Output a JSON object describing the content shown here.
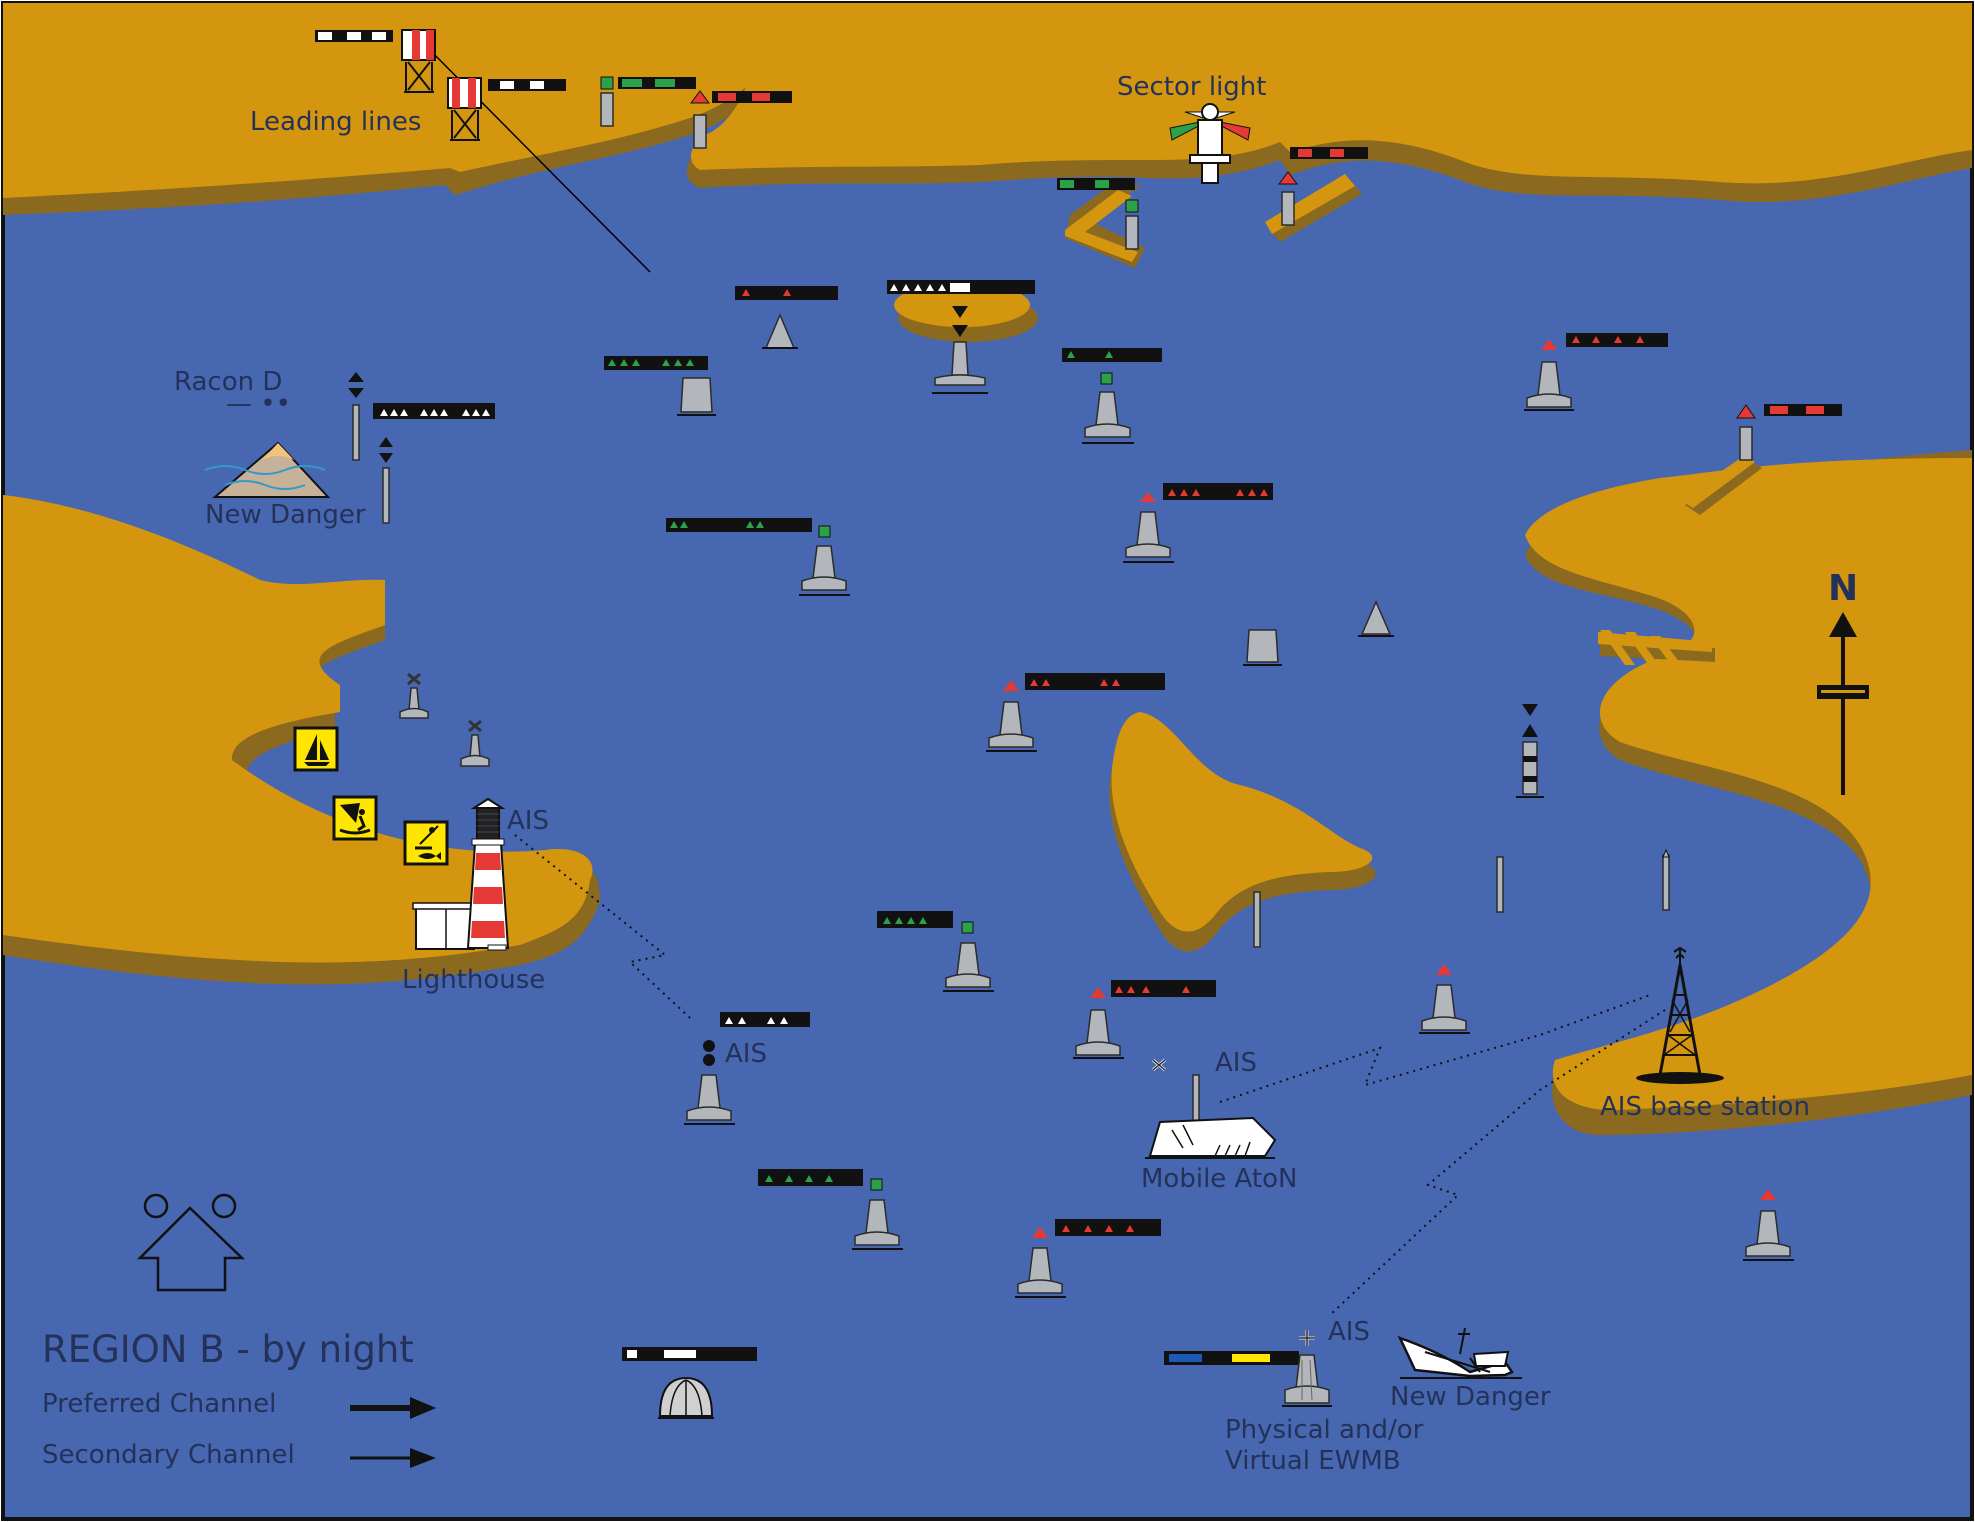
{
  "colors": {
    "sea": "#4767b1",
    "land": "#d4960f",
    "land_shadow": "#8b6a1f",
    "buoy_grey": "#b3b6bb",
    "light_red": "#e53935",
    "light_green": "#2ba14a",
    "light_white": "#ffffff",
    "light_yellow": "#ffe500",
    "light_blue": "#1c5ab5",
    "sign_yellow": "#ffe600",
    "outline": "#111111"
  },
  "labels": {
    "leading_lines": "Leading lines",
    "sector_light": "Sector light",
    "racon": "Racon D",
    "racon_morse": "— ••",
    "new_danger_top": "New Danger",
    "ais_lighthouse": "AIS",
    "lighthouse": "Lighthouse",
    "ais_buoy": "AIS",
    "ais_mobile": "AIS",
    "mobile_aton": "Mobile AtoN",
    "ais_base": "AIS  base station",
    "ais_ewmb": "AIS",
    "ewmb_line1": "Physical and/or",
    "ewmb_line2": "Virtual EWMB",
    "new_danger_wreck": "New Danger",
    "north": "N"
  },
  "legend": {
    "title": "REGION B - by night",
    "preferred": "Preferred Channel",
    "secondary": "Secondary Channel"
  },
  "icons": [
    "leading-line-daymark-icon",
    "sector-light-icon",
    "lighthouse-icon",
    "ais-base-station-tower-icon",
    "mobile-aton-barge-icon",
    "wreck-icon",
    "north-arrow-icon",
    "sailing-sign-icon",
    "windsurf-sign-icon",
    "fishing-sign-icon",
    "special-mark-sphere-icon",
    "house-arrow-icon"
  ]
}
